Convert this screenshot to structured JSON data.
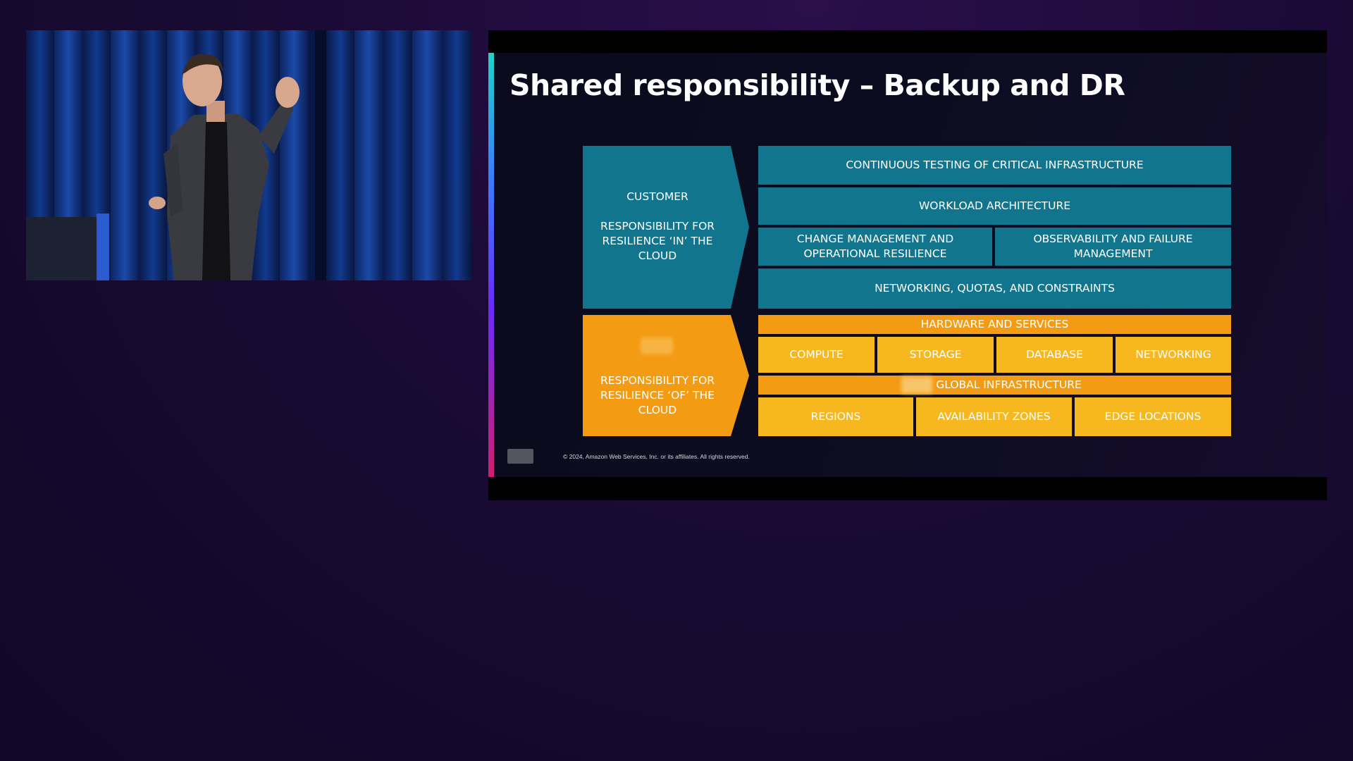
{
  "slide": {
    "title": "Shared responsibility – Backup and DR",
    "footer": "© 2024, Amazon Web Services, Inc. or its affiliates. All rights reserved.",
    "colors": {
      "customer_teal": "#12758e",
      "aws_orange": "#f39b12",
      "aws_yellow": "#f7b71f",
      "slide_background": "#0d0d22"
    },
    "customer": {
      "heading": "CUSTOMER",
      "description": "RESPONSIBILITY FOR RESILIENCE ‘IN’ THE CLOUD",
      "items": {
        "testing": "CONTINUOUS TESTING OF CRITICAL INFRASTRUCTURE",
        "workload": "WORKLOAD ARCHITECTURE",
        "change": "CHANGE MANAGEMENT AND OPERATIONAL RESILIENCE",
        "observability": "OBSERVABILITY AND FAILURE MANAGEMENT",
        "networking_quotas": "NETWORKING, QUOTAS, AND CONSTRAINTS"
      }
    },
    "aws": {
      "description": "RESPONSIBILITY FOR RESILIENCE ‘OF’ THE CLOUD",
      "hardware_header": "HARDWARE AND SERVICES",
      "hardware_items": [
        "COMPUTE",
        "STORAGE",
        "DATABASE",
        "NETWORKING"
      ],
      "global_header": "GLOBAL INFRASTRUCTURE",
      "global_items": [
        "REGIONS",
        "AVAILABILITY ZONES",
        "EDGE LOCATIONS"
      ]
    }
  }
}
